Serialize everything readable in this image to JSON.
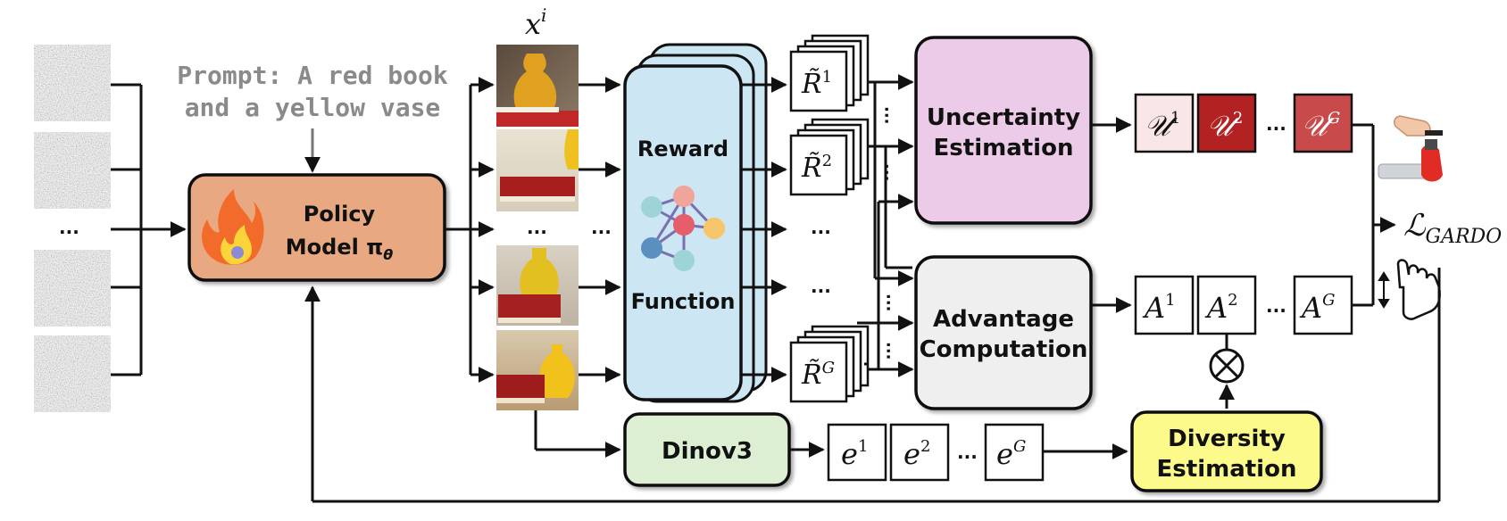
{
  "prompt": {
    "line1": "Prompt: A red book",
    "line2": "and a yellow vase"
  },
  "policy": {
    "line1": "Policy",
    "line2": "Model π",
    "sub": "θ"
  },
  "images_label": {
    "base": "x",
    "sup": "i"
  },
  "reward": {
    "top": "Reward",
    "bottom": "Function"
  },
  "rewards": [
    {
      "base": "R̃",
      "sup": "1"
    },
    {
      "base": "R̃",
      "sup": "2"
    },
    {
      "base": "R̃",
      "sup": "G"
    }
  ],
  "uncertainty": {
    "line1": "Uncertainty",
    "line2": "Estimation"
  },
  "advantage": {
    "line1": "Advantage",
    "line2": "Computation"
  },
  "diversity": {
    "line1": "Diversity",
    "line2": "Estimation"
  },
  "dino": {
    "label": "Dinov3"
  },
  "u_terms": [
    {
      "base": "𝒰",
      "sup": "1"
    },
    {
      "base": "𝒰",
      "sup": "2"
    },
    {
      "base": "𝒰",
      "sup": "G"
    }
  ],
  "a_terms": [
    {
      "base": "A",
      "sup": "1"
    },
    {
      "base": "A",
      "sup": "2"
    },
    {
      "base": "A",
      "sup": "G"
    }
  ],
  "e_terms": [
    {
      "base": "e",
      "sup": "1"
    },
    {
      "base": "e",
      "sup": "2"
    },
    {
      "base": "e",
      "sup": "G"
    }
  ],
  "loss": {
    "base": "ℒ",
    "sub": "GARDO"
  },
  "ellipsis": "...",
  "ellipsis_mid": "···",
  "otimes": "⊗",
  "colors": {
    "policy_fill": "#e8a882",
    "reward_fill": "#cde6f4",
    "uncertainty_fill": "#eccbe8",
    "advantage_fill": "#efefef",
    "dino_fill": "#dcefd3",
    "diversity_fill": "#fbfa8a",
    "u1_fill": "#f9e6e6",
    "u2_fill": "#b22222",
    "uG_fill": "#c94a4a"
  }
}
